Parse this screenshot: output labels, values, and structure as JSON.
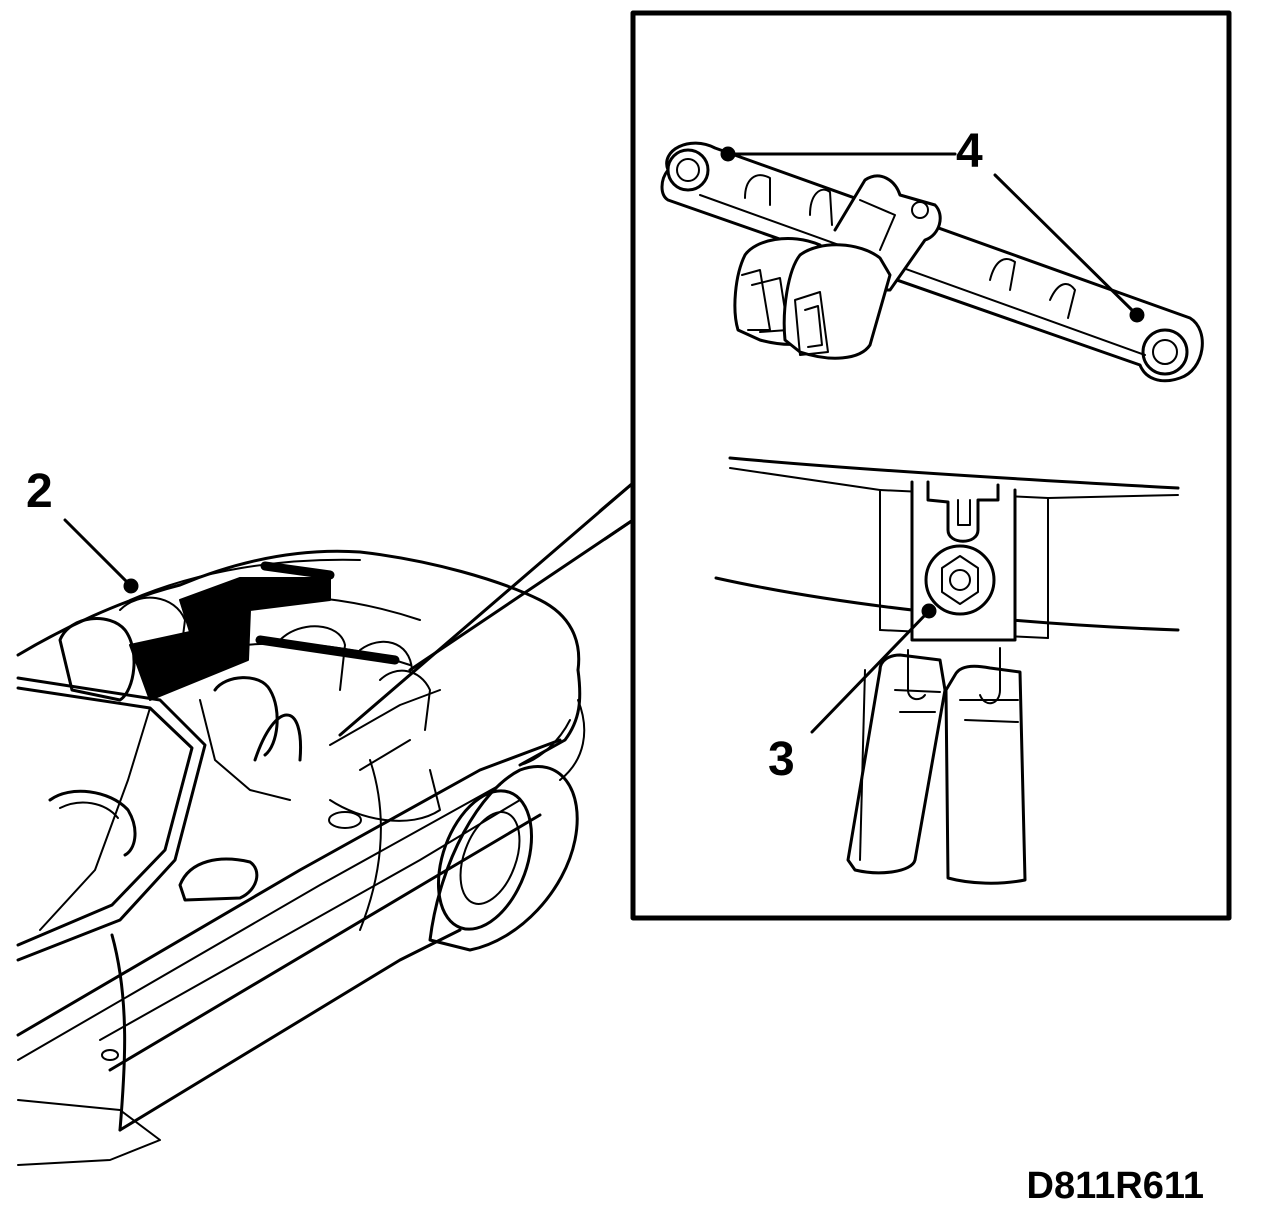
{
  "callouts": {
    "c2": "2",
    "c3": "3",
    "c4": "4"
  },
  "drawing_code": "D811R611",
  "colors": {
    "ink": "#000000",
    "paper": "#ffffff"
  }
}
